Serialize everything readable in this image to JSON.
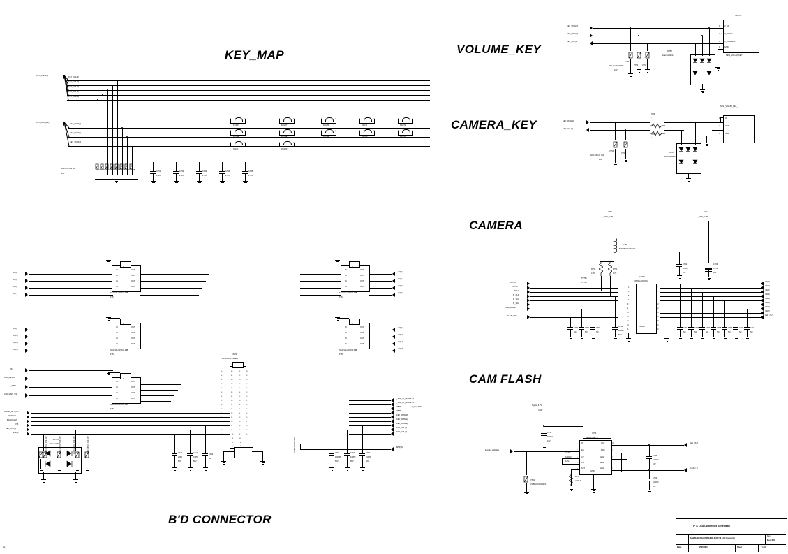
{
  "sheet": {
    "corner_ref": "G",
    "sections": [
      {
        "id": "key_map",
        "title": "KEY_MAP"
      },
      {
        "id": "volume_key",
        "title": "VOLUME_KEY"
      },
      {
        "id": "camera_key",
        "title": "CAMERA_KEY"
      },
      {
        "id": "camera",
        "title": "CAMERA"
      },
      {
        "id": "cam_flash",
        "title": "CAM FLASH"
      },
      {
        "id": "bd_conn",
        "title": "B'D CONNECTOR"
      }
    ]
  },
  "title_block": {
    "doc_title": "IF & LCD Connector Schematic",
    "project": "SAMSUNG/SGH-PREGIO/B,B KEY & LCD Connector",
    "rev_label": "Rev",
    "rev_value": "Rev 2.6",
    "date_label": "Date:",
    "date_value": "2005.06.17",
    "sheet_label": "Sheet",
    "sheet_value": "7 of 8"
  },
  "key_map": {
    "bus_in": [
      {
        "name": "KEY_COL(0:4)"
      },
      {
        "name": "KEY_ROW(0:2)"
      }
    ],
    "col_nets": [
      "KEY_COL(4)",
      "KEY_COL(3)",
      "KEY_COL(2)",
      "KEY_COL(1)",
      "KEY_COL(0)"
    ],
    "row_nets": [
      "KEY_ROW(2)",
      "KEY_ROW(1)",
      "KEY_ROW(0)"
    ],
    "varistor_note": {
      "part": "AVLC 165 02 003",
      "rating": "16V"
    },
    "varistors": [
      "VT01",
      "VT02",
      "VT03",
      "VT04",
      "VT05",
      "VT06",
      "VT07",
      "VT08",
      "VT09",
      "VT10",
      "VT11",
      "VT12",
      "VT13"
    ],
    "caps": [
      {
        "ref": "C751",
        "val": "27PF"
      },
      {
        "ref": "C752",
        "val": "27PF"
      },
      {
        "ref": "C753",
        "val": "27PF"
      },
      {
        "ref": "C754",
        "val": "27PF"
      },
      {
        "ref": "C755",
        "val": "27PF"
      }
    ],
    "switches": [
      {
        "ref": "S750",
        "name": "FT/MP"
      },
      {
        "ref": "S751",
        "name": "DIGIT7"
      },
      {
        "ref": "S752",
        "name": "DIGIT4"
      },
      {
        "ref": "S753",
        "name": "DIGIT1"
      },
      {
        "ref": "S754",
        "name": "DIGIT3"
      },
      {
        "ref": "S755",
        "name": "DIGIT5"
      },
      {
        "ref": "S756",
        "name": "DIGIT8"
      },
      {
        "ref": "S757",
        "name": "DIGIT6"
      },
      {
        "ref": "S758",
        "name": "DIGIT9"
      },
      {
        "ref": "S759",
        "name": "DIGIT2"
      },
      {
        "ref": "S760",
        "name": "SEND"
      },
      {
        "ref": "S761",
        "name": "DIGIT0"
      }
    ]
  },
  "volume_key": {
    "inputs": [
      "KEY_ROW(0)",
      "KEY_ROW(0)",
      "KEY_COL(1)"
    ],
    "connector": {
      "ref": "SCL701",
      "name": "NEW_VOLUM_KEY",
      "pins": [
        {
          "n": "1",
          "label": "V_UP"
        },
        {
          "n": "2",
          "label": "V_DOWN"
        },
        {
          "n": "3",
          "label": "V_COMMON"
        },
        {
          "n": "4",
          "label": "GND"
        }
      ]
    },
    "varistors": [
      {
        "ref": "VT50",
        "note": "AVLC 165 02 003",
        "rating": "16V"
      },
      {
        "ref": "VT52"
      },
      {
        "ref": "VT53"
      }
    ],
    "esd": {
      "ref": "ZD750",
      "part": "uClamp2402A"
    }
  },
  "camera_key": {
    "inputs": [
      "KEY_ROW(2)",
      "KEY_COL(0)"
    ],
    "resistors": [
      {
        "ref": "R704",
        "val": "0"
      },
      {
        "ref": "R705",
        "val": "0"
      }
    ],
    "varistors": [
      {
        "ref": "VT54",
        "note": "AVLC 165 02 003",
        "rating": "16V"
      },
      {
        "ref": "VT55"
      }
    ],
    "esd": {
      "ref": "ZD755",
      "part": "uClamp2402A"
    },
    "connector": {
      "ref": "SCL700",
      "name": "NEW_VOLUM_KEY_1",
      "pins": [
        {
          "n": "1",
          "label": "IN"
        },
        {
          "n": "2",
          "label": "OUT"
        },
        {
          "n": "3",
          "label": "GND"
        }
      ]
    }
  },
  "camera": {
    "rails": [
      {
        "voltage": "2.8V",
        "net": "_VDD_CAM"
      },
      {
        "voltage": "2.8V",
        "net": "_VDD_CAM"
      }
    ],
    "inductor": {
      "ref": "L750",
      "part": "BLM15AG102SN1D"
    },
    "resistors": [
      {
        "ref": "R750",
        "val": "4.7K"
      },
      {
        "ref": "R751",
        "val": "4.7K"
      },
      {
        "ref": "R752",
        "val": "4.7K"
      }
    ],
    "testpoints": [
      "TP751",
      "TP752"
    ],
    "signals_left": [
      "HSYNC",
      "VSYNC",
      "PCLK",
      "M_CLK",
      "M_SCL",
      "M_SDA",
      "CAM_RESET",
      "FLASH_EN"
    ],
    "signals_right": [
      "YD(0)",
      "YD(1)",
      "YD(2)",
      "YD(3)",
      "YD(4)",
      "YD(5)",
      "YD(6)",
      "YD(7)",
      "LED_OUT"
    ],
    "connector": {
      "ref": "CN751",
      "part": "24SKBL24VDSLI",
      "gnd": "SGND"
    },
    "caps": [
      {
        "ref": "C750",
        "val": "100NF",
        "rating": "50V"
      },
      {
        "ref": "C751",
        "val": "NC"
      },
      {
        "ref": "C752",
        "val": "NC"
      },
      {
        "ref": "C753",
        "val": "NC"
      },
      {
        "ref": "C754",
        "val": "100NF",
        "rating": "50V"
      },
      {
        "ref": "C755",
        "val": "NC"
      },
      {
        "ref": "C756",
        "val": "NC"
      },
      {
        "ref": "C757",
        "val": "NC"
      },
      {
        "ref": "C758",
        "val": "NC"
      },
      {
        "ref": "C759",
        "val": "NC"
      },
      {
        "ref": "C760",
        "val": "NC"
      },
      {
        "ref": "C761",
        "val": "NC"
      },
      {
        "ref": "C762",
        "val": "100NF",
        "rating": "10V"
      },
      {
        "ref": "C763",
        "val": "4.7UF",
        "rating": "10V"
      }
    ]
  },
  "cam_flash": {
    "rail": {
      "note": "Typical 3.7V",
      "net": "VBAT"
    },
    "input_net": "FLASH_LED_EN",
    "ic": {
      "ref": "U750",
      "part": "MAX1574ETB",
      "pins_left": [
        {
          "n": "1",
          "label": "IN"
        },
        {
          "n": "2",
          "label": "EN"
        },
        {
          "n": "3",
          "label": "CP"
        },
        {
          "n": "4",
          "label": "CN"
        },
        {
          "n": "5",
          "label": "SET"
        }
      ],
      "pins_right": [
        {
          "n": "10",
          "label": "OUT"
        },
        {
          "n": "9",
          "label": "DAD"
        },
        {
          "n": "8",
          "label": "LED1"
        },
        {
          "n": "7",
          "label": "LED2"
        },
        {
          "n": "6",
          "label": "LED3"
        }
      ],
      "pin_gnd": {
        "label": "GND"
      }
    },
    "caps": [
      {
        "ref": "C715",
        "val": "1000nF",
        "rating": "10V"
      },
      {
        "ref": "C716",
        "val": "1000nF",
        "rating": "10V"
      },
      {
        "ref": "C718",
        "val": "1000nF",
        "rating": "10V"
      },
      {
        "ref": "C720",
        "val": "1000nF",
        "rating": "6.3V"
      },
      {
        "ref": "C722",
        "val": "1000nF",
        "rating": "10V"
      }
    ],
    "resistor": {
      "ref": "R750",
      "val": "2.7K, FL"
    },
    "varistor": {
      "ref": "VT51",
      "part": "VCBN2201D102P1"
    },
    "outputs": [
      "LED_OUT",
      "FLASH_N"
    ]
  },
  "bd_connector": {
    "signals_left_group1": [
      "LD(4)",
      "LD(5)",
      "LD(6)",
      "LD(7)"
    ],
    "signals_left_group2": [
      "LD(8)",
      "LD(11)",
      "LD(12)",
      "LD(13)"
    ],
    "signals_left_group3": [
      "RS",
      "LCD_RESET",
      "L_WR#",
      "LCD_MAIN_CS"
    ],
    "signals_left_group4": [
      "FLASH_KEY_ON",
      "ONKEY#",
      "BACKLIGHT",
      "VIB",
      "KEY_COL(4)",
      "MTR_P"
    ],
    "signals_right_group1": [
      "LD(0)",
      "LD(1)",
      "LD(2)",
      "LD(3)"
    ],
    "signals_right_group2": [
      "LD(9)",
      "LD(10)",
      "LD(14)",
      "LD(15)"
    ],
    "signals_right_group3": [
      "LD(8)",
      "LD(9)",
      "LD(10)",
      "LD(11)"
    ],
    "signals_right_group4": [
      "_VDD_IO_HIGH  2.8V",
      "_VDD_IO_HIGH  2.8V",
      "VBAT",
      "VBAT",
      "KEY_ROW(0)",
      "KEY_ROW(1)",
      "KEY_ROW(2)",
      "KEY_COL(0)",
      "KEY_COL(2)"
    ],
    "right_note": "Typical 3.7V",
    "mtr_net": "MTR_N",
    "filters": [
      {
        "ref": "F751",
        "part": "NFA21SL337X04 4dB"
      },
      {
        "ref": "F752",
        "part": "NFA21SL337X04 4dB"
      },
      {
        "ref": "F753",
        "part": "NFA21SL337X04 4dB"
      },
      {
        "ref": "F754",
        "part": "NFA21SL337X04 4dB"
      },
      {
        "ref": "F755",
        "part": "NFA21SL337X04 4dB"
      },
      {
        "ref": "F756",
        "part": "NFA21SL337X04 4dB"
      }
    ],
    "filter_pins": {
      "in": "IN",
      "out": "OUT",
      "g": "G"
    },
    "connector": {
      "ref": "CN750",
      "part": "PAS1455-0,35MEIR"
    },
    "esd": {
      "ref": "ZD753",
      "part": "uClamp2402A"
    },
    "caps": [
      {
        "ref": "C710",
        "val": "22PF",
        "rating": "50V"
      },
      {
        "ref": "C712",
        "val": "47PF",
        "rating": "50V"
      },
      {
        "ref": "C714",
        "val": "NC"
      },
      {
        "ref": "C761",
        "val": "1000PF",
        "rating": "50V"
      },
      {
        "ref": "C762",
        "val": "100PF",
        "rating": "50V"
      },
      {
        "ref": "C764",
        "val": "100PF",
        "rating": "50V"
      }
    ],
    "varistors": [
      "VT60",
      "VT61",
      "VT62",
      "VT63",
      "VT64",
      "VT65",
      "VT66",
      "VT67",
      "VT68"
    ],
    "varistor_note": "AVLC 165 02 003 16V"
  }
}
